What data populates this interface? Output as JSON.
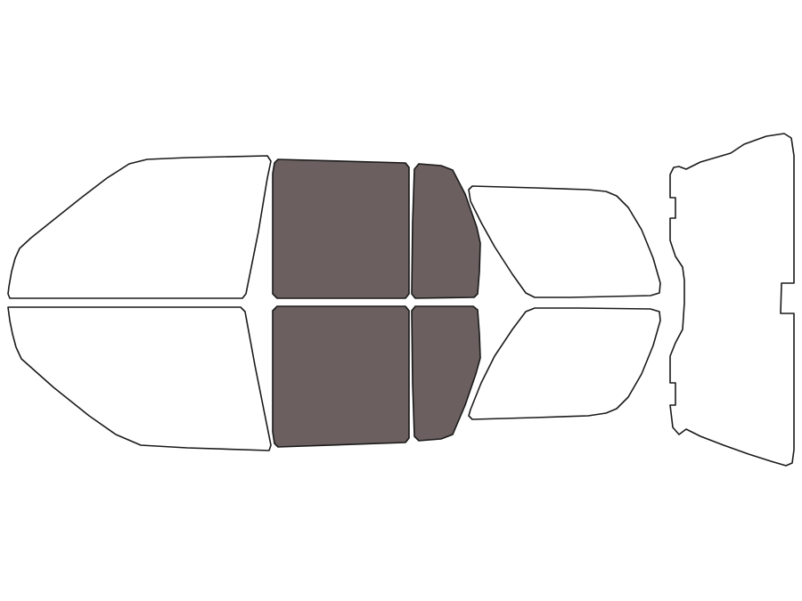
{
  "colors": {
    "outline": "#1a1a1a",
    "unselected": "#ffffff",
    "selected": "#6b5f5f",
    "background": "#ffffff"
  },
  "pieces": [
    {
      "id": "windshield",
      "selected": false
    },
    {
      "id": "front-door-left",
      "selected": false
    },
    {
      "id": "front-door-right",
      "selected": false
    },
    {
      "id": "rear-door-left",
      "selected": true
    },
    {
      "id": "rear-door-right",
      "selected": true
    },
    {
      "id": "quarter-left",
      "selected": true
    },
    {
      "id": "quarter-right",
      "selected": true
    },
    {
      "id": "cargo-left",
      "selected": false
    },
    {
      "id": "cargo-right",
      "selected": false
    },
    {
      "id": "rear-window",
      "selected": false
    }
  ]
}
